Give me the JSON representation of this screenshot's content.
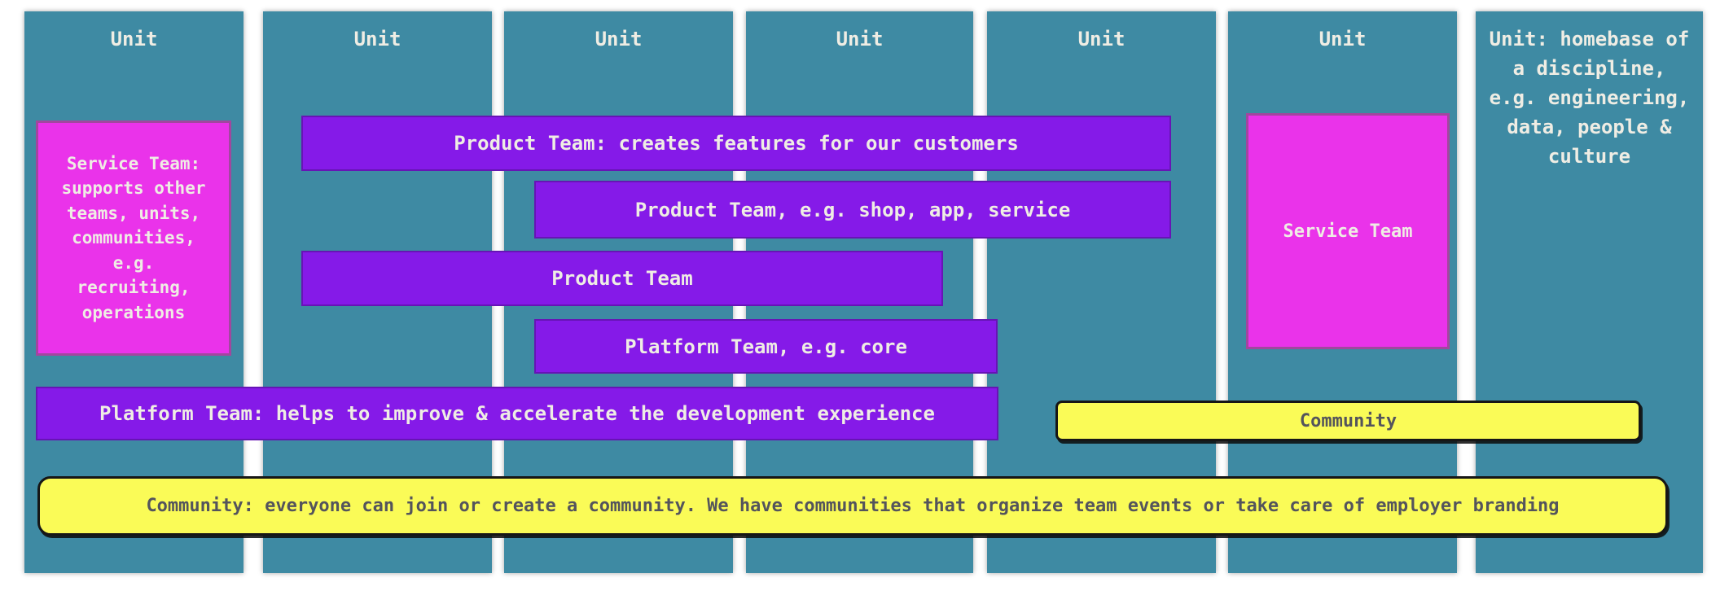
{
  "colors": {
    "column_teal": "#3e8aa3",
    "service_magenta": "#ea33ea",
    "team_purple": "#851ae8",
    "community_yellow": "#fafb57",
    "text_light": "#efede4",
    "text_dark": "#54545c"
  },
  "columns": [
    {
      "label": "Unit"
    },
    {
      "label": "Unit"
    },
    {
      "label": "Unit"
    },
    {
      "label": "Unit"
    },
    {
      "label": "Unit"
    },
    {
      "label": "Unit"
    },
    {
      "label": "Unit: homebase of a discipline, e.g. engineering, data, people & culture"
    }
  ],
  "boxes": {
    "service_team_detail": {
      "label": "Service Team: supports other teams, units, communities, e.g. recruiting, operations"
    },
    "service_team": {
      "label": "Service Team"
    },
    "product_team_detail": {
      "label": "Product Team: creates features for our customers"
    },
    "product_team_examples": {
      "label": "Product Team, e.g. shop, app, service"
    },
    "product_team": {
      "label": "Product Team"
    },
    "platform_team_examples": {
      "label": "Platform Team, e.g. core"
    },
    "platform_team_detail": {
      "label": "Platform Team: helps to improve & accelerate the development experience"
    },
    "community": {
      "label": "Community"
    },
    "community_detail": {
      "label": "Community: everyone can join or create a community. We have communities that organize team events or take care of employer branding"
    }
  }
}
